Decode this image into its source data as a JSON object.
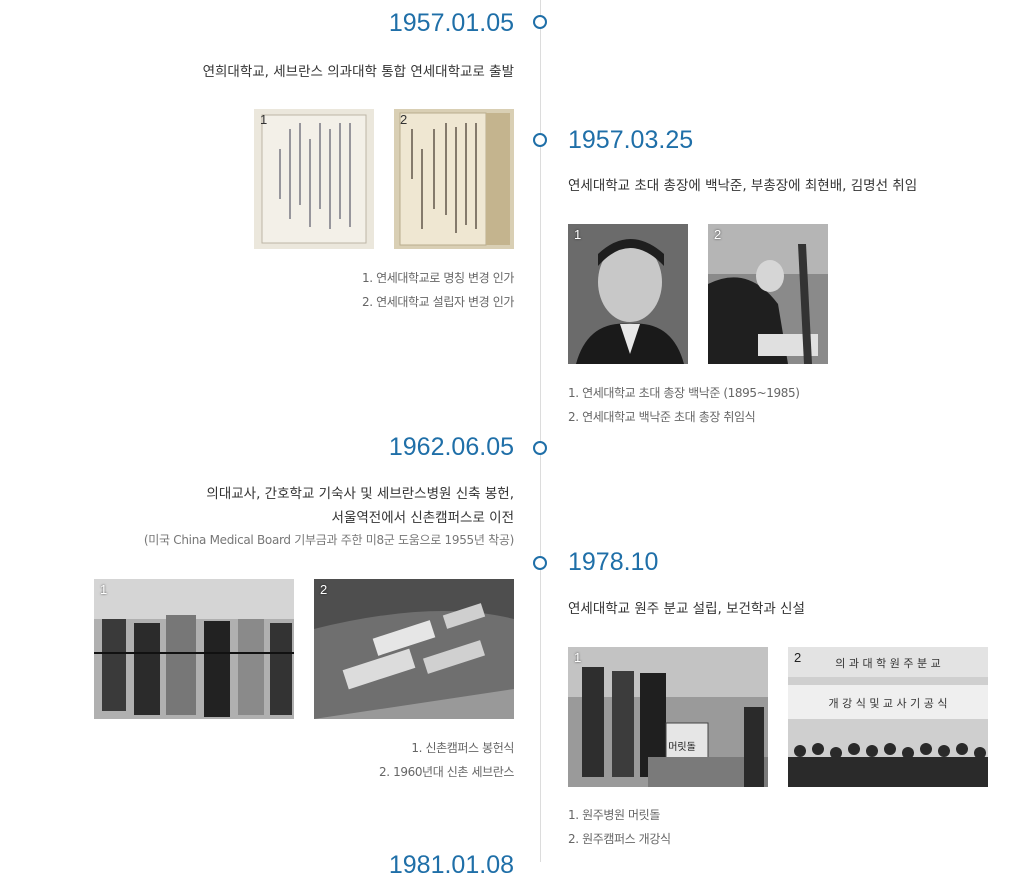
{
  "events": [
    {
      "date": "1957.01.05",
      "desc": [
        "연희대학교, 세브란스 의과대학 통합 연세대학교로 출발"
      ],
      "photos": [
        {
          "num": "1"
        },
        {
          "num": "2"
        }
      ],
      "captions": [
        "1. 연세대학교로 명칭 변경 인가",
        "2. 연세대학교 설립자 변경 인가"
      ]
    },
    {
      "date": "1957.03.25",
      "desc": [
        "연세대학교 초대 총장에 백낙준, 부총장에 최현배, 김명선 취임"
      ],
      "photos": [
        {
          "num": "1"
        },
        {
          "num": "2"
        }
      ],
      "captions": [
        "1. 연세대학교 초대 총장 백낙준 (1895~1985)",
        "2. 연세대학교 백낙준 초대 총장 취임식"
      ]
    },
    {
      "date": "1962.06.05",
      "desc": [
        "의대교사, 간호학교 기숙사 및 세브란스병원 신축 봉헌,",
        "서울역전에서 신촌캠퍼스로 이전"
      ],
      "note": "(미국 China Medical Board 기부금과 주한 미8군 도움으로 1955년 착공)",
      "photos": [
        {
          "num": "1"
        },
        {
          "num": "2"
        }
      ],
      "captions": [
        "1. 신촌캠퍼스 봉헌식",
        "2. 1960년대 신촌 세브란스"
      ]
    },
    {
      "date": "1978.10",
      "desc": [
        "연세대학교 원주 분교 설립, 보건학과 신설"
      ],
      "photos": [
        {
          "num": "1",
          "sign": "머릿돌"
        },
        {
          "num": "2",
          "banner_top": "의 과 대 학 원 주 분 교",
          "banner_bottom": "개 강 식 및 교 사 기 공 식"
        }
      ],
      "captions": [
        "1. 원주병원 머릿돌",
        "2. 원주캠퍼스 개강식"
      ]
    },
    {
      "date": "1981.01.08"
    }
  ]
}
